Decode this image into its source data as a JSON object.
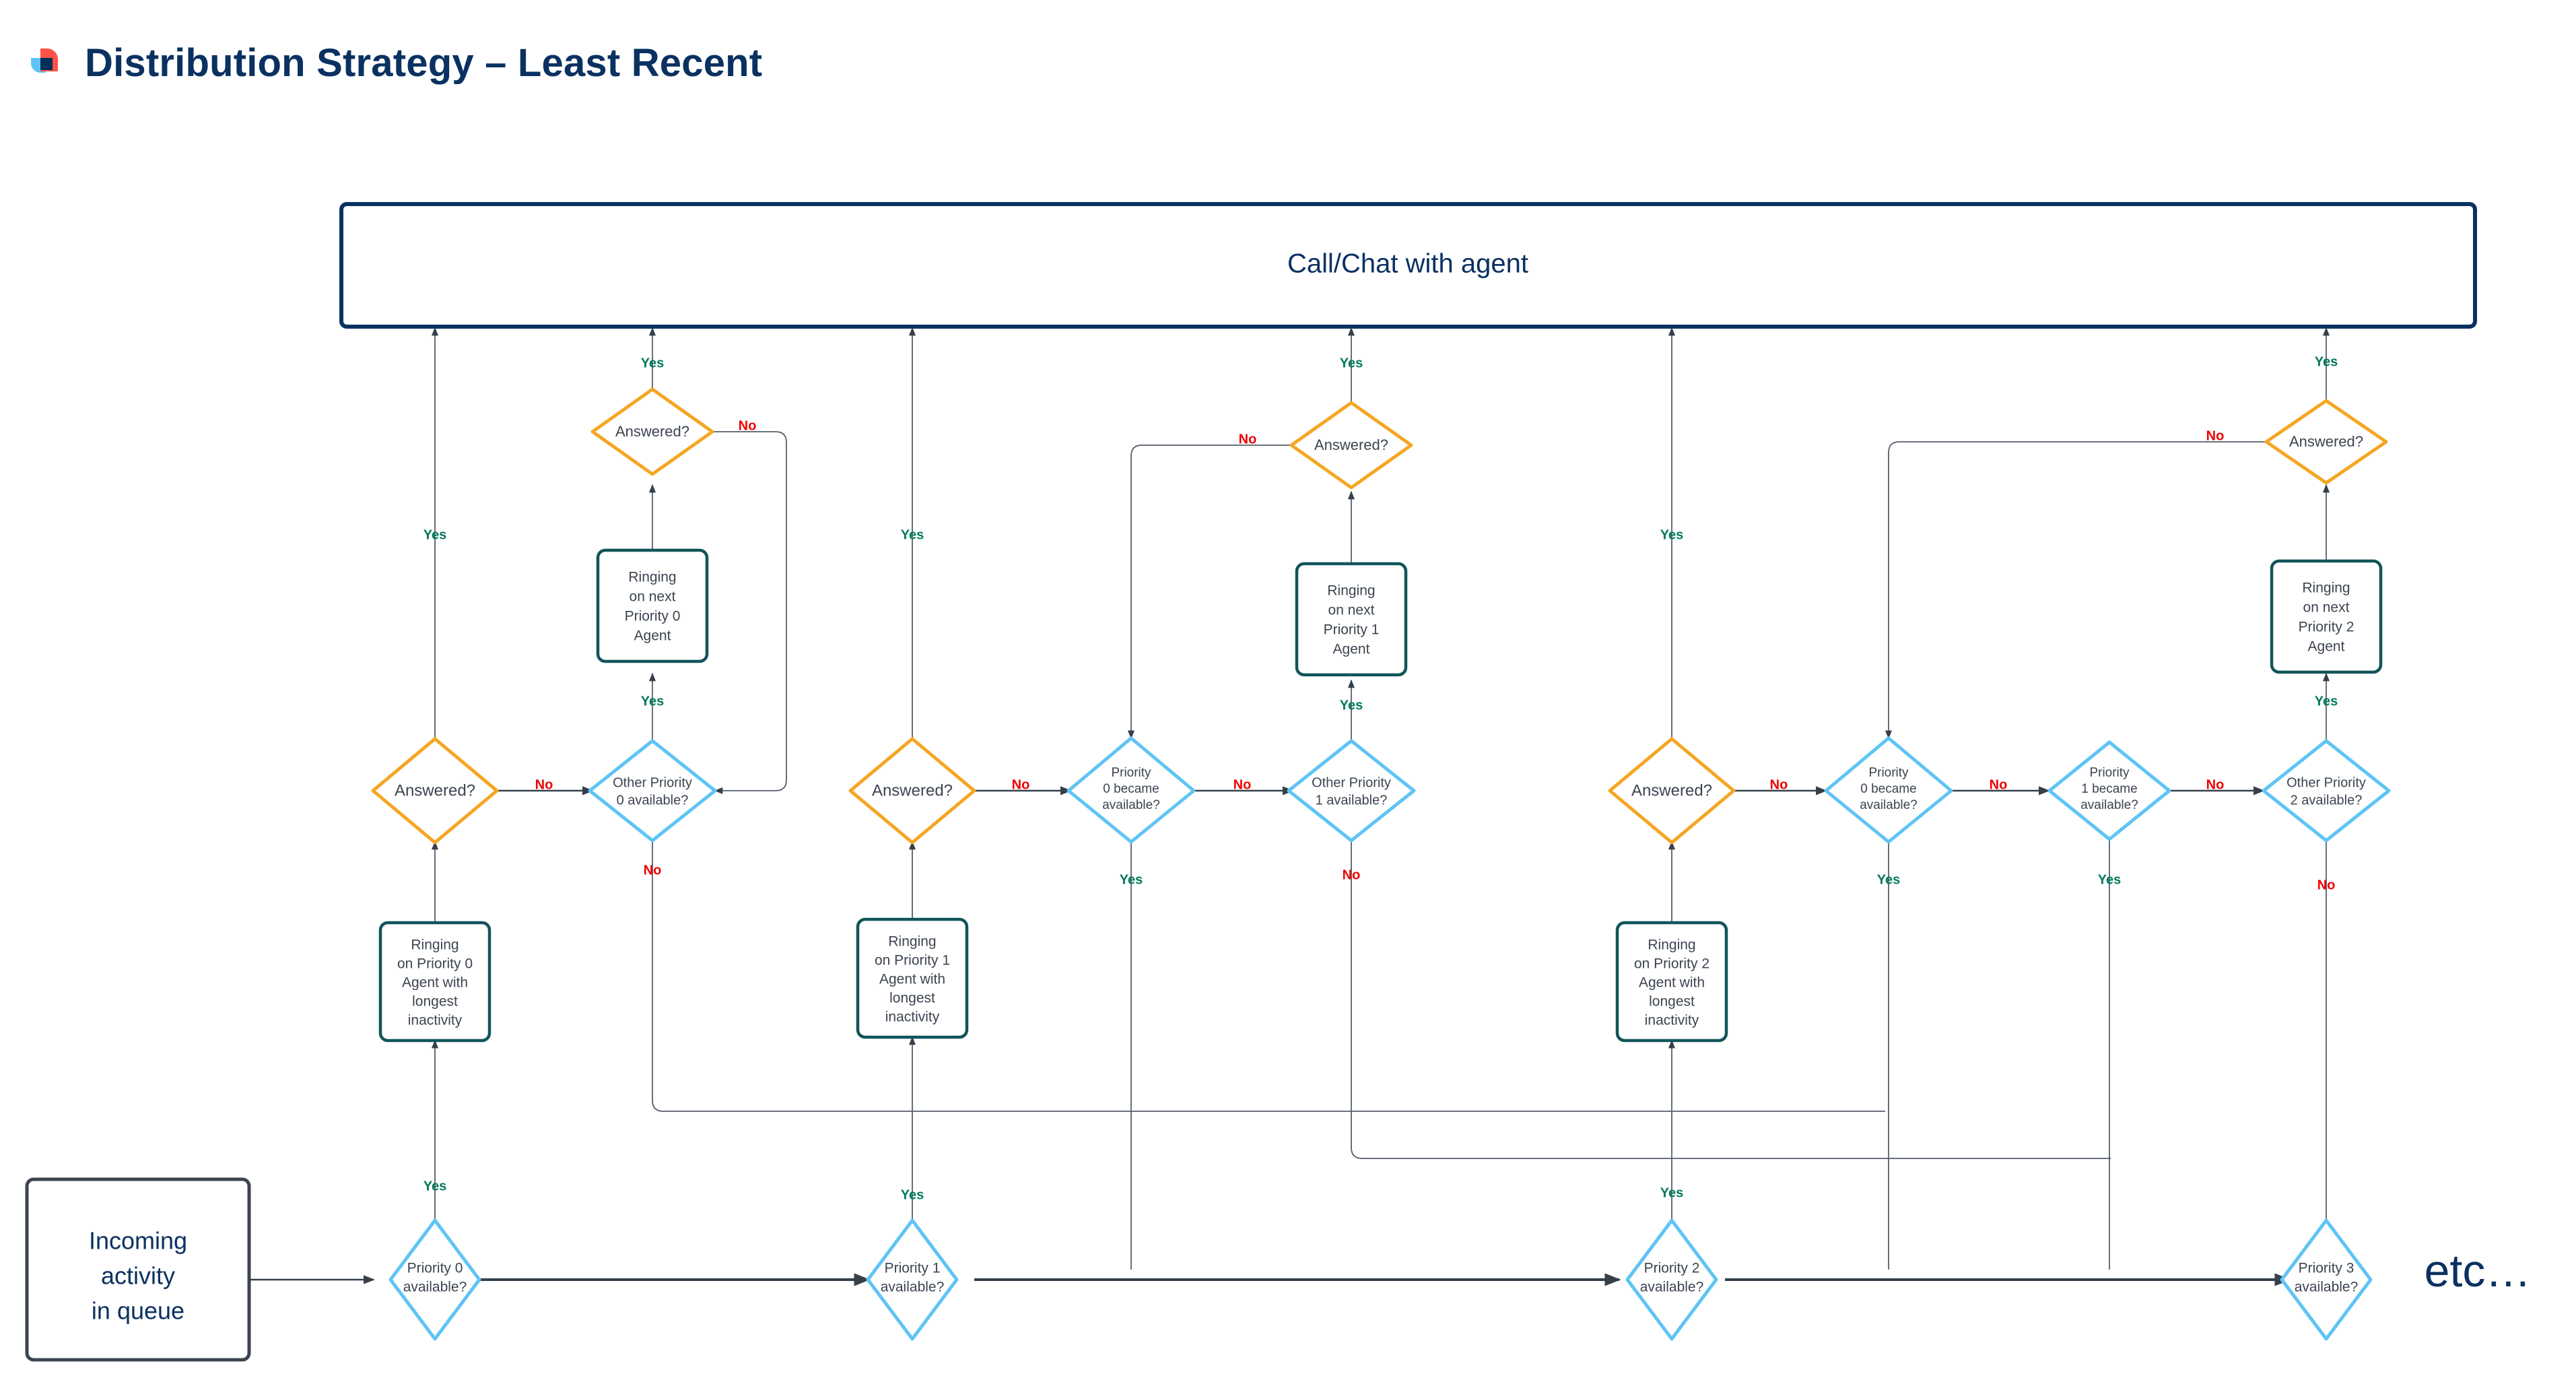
{
  "header": {
    "title": "Distribution Strategy – Least Recent",
    "logo_icon": "ringcentral-logo-icon",
    "logo_colors": {
      "red": "#ff5247",
      "blue": "#5fc4f5",
      "navy": "#003057"
    }
  },
  "palette": {
    "title_navy": "#0a3161",
    "decision_orange": "#f5a623",
    "decision_blue": "#5fc4f5",
    "process_teal": "#11555a",
    "yes_green": "#00795c",
    "no_red": "#ee0000",
    "connector_gray": "#36404a",
    "node_text": "#3c4450"
  },
  "diagram": {
    "type": "flowchart",
    "top_box": {
      "label": "Call/Chat with agent"
    },
    "start_box": {
      "label": "Incoming\nactivity\nin queue",
      "lines": [
        "Incoming",
        "activity",
        "in queue"
      ]
    },
    "etc_label": "etc…",
    "edge_labels": {
      "yes": "Yes",
      "no": "No"
    },
    "lanes": [
      {
        "priority": 0,
        "entry_decision": "Priority 0\navailable?",
        "entry_decision_lines": [
          "Priority 0",
          "available?"
        ],
        "ringing_longest": "Ringing\non Priority 0\nAgent with\nlongest\ninactivity",
        "ringing_longest_lines": [
          "Ringing",
          "on Priority 0",
          "Agent with",
          "longest",
          "inactivity"
        ],
        "answered_decision": "Answered?",
        "other_priority_decision": "Other Priority\n0 available?",
        "other_priority_decision_lines": [
          "Other Priority",
          "0 available?"
        ],
        "ringing_next": "Ringing\non next\nPriority 0\nAgent",
        "ringing_next_lines": [
          "Ringing",
          "on next",
          "Priority 0",
          "Agent"
        ],
        "answered_next_decision": "Answered?"
      },
      {
        "priority": 1,
        "entry_decision": "Priority 1\navailable?",
        "entry_decision_lines": [
          "Priority 1",
          "available?"
        ],
        "ringing_longest": "Ringing\non Priority 1\nAgent with\nlongest\ninactivity",
        "ringing_longest_lines": [
          "Ringing",
          "on Priority 1",
          "Agent with",
          "longest",
          "inactivity"
        ],
        "answered_decision": "Answered?",
        "became_available_decisions": [
          {
            "label": "Priority\n0 became\navailable?",
            "lines": [
              "Priority",
              "0 became",
              "available?"
            ]
          }
        ],
        "other_priority_decision": "Other Priority\n1 available?",
        "other_priority_decision_lines": [
          "Other Priority",
          "1 available?"
        ],
        "ringing_next": "Ringing\non next\nPriority 1\nAgent",
        "ringing_next_lines": [
          "Ringing",
          "on next",
          "Priority 1",
          "Agent"
        ],
        "answered_next_decision": "Answered?"
      },
      {
        "priority": 2,
        "entry_decision": "Priority 2\navailable?",
        "entry_decision_lines": [
          "Priority 2",
          "available?"
        ],
        "ringing_longest": "Ringing\non Priority 2\nAgent with\nlongest\ninactivity",
        "ringing_longest_lines": [
          "Ringing",
          "on Priority 2",
          "Agent with",
          "longest",
          "inactivity"
        ],
        "answered_decision": "Answered?",
        "became_available_decisions": [
          {
            "label": "Priority\n0 became\navailable?",
            "lines": [
              "Priority",
              "0 became",
              "available?"
            ]
          },
          {
            "label": "Priority\n1 became\navailable?",
            "lines": [
              "Priority",
              "1 became",
              "available?"
            ]
          }
        ],
        "other_priority_decision": "Other Priority\n2 available?",
        "other_priority_decision_lines": [
          "Other Priority",
          "2 available?"
        ],
        "ringing_next": "Ringing\non next\nPriority 2\nAgent",
        "ringing_next_lines": [
          "Ringing",
          "on next",
          "Priority 2",
          "Agent"
        ],
        "answered_next_decision": "Answered?"
      },
      {
        "priority": 3,
        "entry_decision": "Priority 3\navailable?",
        "entry_decision_lines": [
          "Priority 3",
          "available?"
        ]
      }
    ]
  }
}
